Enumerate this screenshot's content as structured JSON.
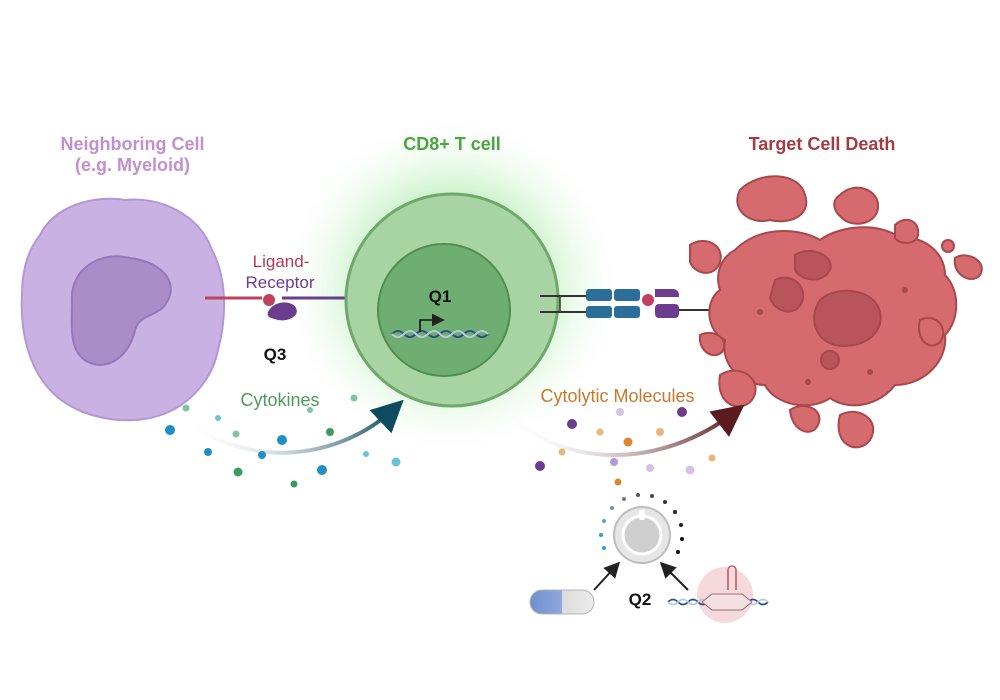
{
  "labels": {
    "neighbor_line1": "Neighboring Cell",
    "neighbor_line2": "(e.g. Myeloid)",
    "tcell_title": "CD8+ T cell",
    "target_title": "Target Cell Death",
    "ligand": "Ligand-",
    "receptor": "Receptor",
    "q1": "Q1",
    "q2": "Q2",
    "q3": "Q3",
    "cytokines": "Cytokines",
    "cytolytic": "Cytolytic Molecules"
  },
  "colors": {
    "neighbor_title": "#c28fd0",
    "neighbor_cell": "#c9b2e3",
    "neighbor_nucleus": "#a98dc9",
    "tcell_title": "#4aa63f",
    "tcell_outer": "#9fc99b",
    "tcell_nucleus": "#6fae72",
    "target_title": "#a63b42",
    "target_cell": "#d66b6f",
    "ligand_text": "#b03a55",
    "receptor_text": "#6c3d8f",
    "cytokine_text": "#4e9a5a",
    "cytolytic_text": "#c9782b"
  },
  "icons": [
    "dna-icon",
    "pill-capsule-icon",
    "dial-knob-icon",
    "mrna-construct-icon",
    "arrow-icon"
  ]
}
